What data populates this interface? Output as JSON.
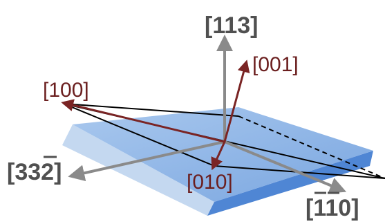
{
  "labels": {
    "dir_113": "[113]",
    "dir_001": "[001]",
    "dir_100": "[100]",
    "dir_010": "[010]",
    "dir_33_2": {
      "prefix": "[33",
      "overbar": "2",
      "suffix": "]"
    },
    "dir_1_1_0": {
      "open": "[",
      "overbar1": "1",
      "overbar2": "1",
      "rest": "0]"
    }
  },
  "colors": {
    "crystal_top": "#8fb6e6",
    "crystal_front_right": "#4f86d4",
    "crystal_front_left": "#c4d8f0",
    "sample_axes": "#8a8a8a",
    "crystal_axes": "#7a2424",
    "unit_cell_lines": "#000000"
  }
}
